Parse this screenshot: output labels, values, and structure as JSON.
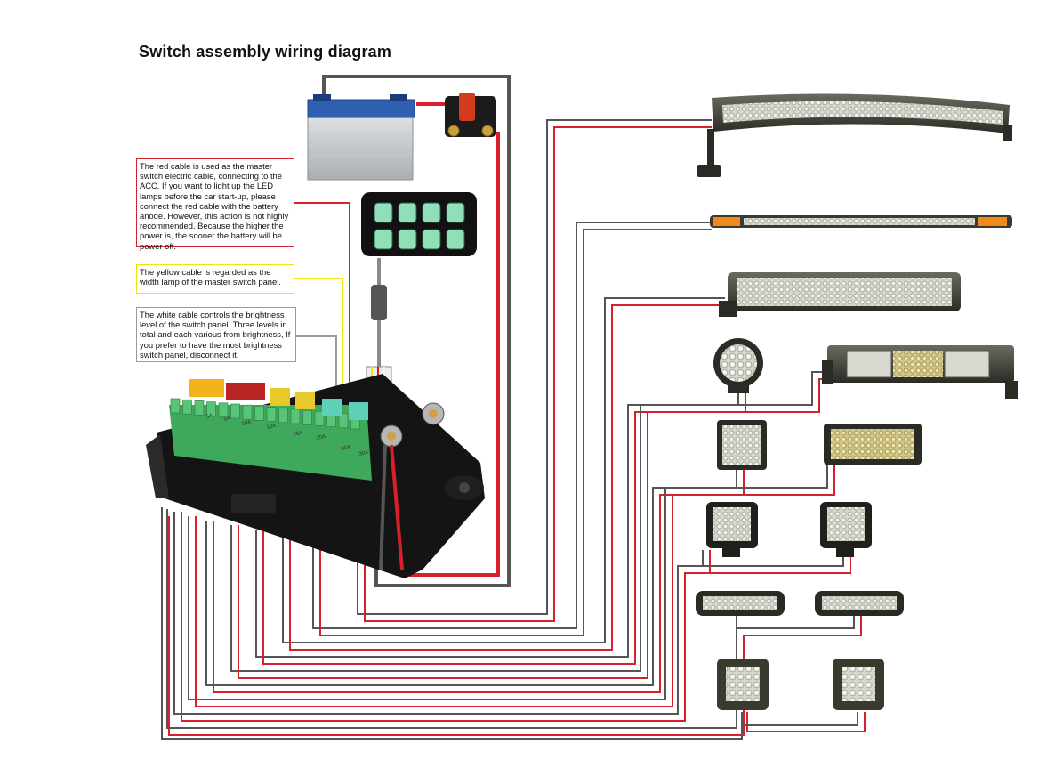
{
  "title": "Switch assembly wiring diagram",
  "notes": {
    "red": "The red cable is used as the master switch electric cable, connecting to the ACC. If you want to light up the LED lamps before the car start-up, please connect the red cable with the battery anode. However, this action is not highly recommended. Because the higher the power is, the sooner the battery will be power off.",
    "yellow": "The yellow cable is regarded as the width lamp of the master switch panel.",
    "white": "The white cable controls the brightness level of the switch panel. Three levels in total and each various from brightness, If you prefer to have the most brightness switch panel, disconnect it."
  },
  "fuse_labels": [
    "5A",
    "5A",
    "10A",
    "10A",
    "20A",
    "20A",
    "30A",
    "30A"
  ],
  "colors": {
    "red_wire": "#d8202c",
    "gray_wire": "#555555",
    "white_wire": "#f2f2f2",
    "yellow_wire": "#f4e30d",
    "switch_glow": "#8fe0b8",
    "led_bar": "#3a3a34"
  }
}
